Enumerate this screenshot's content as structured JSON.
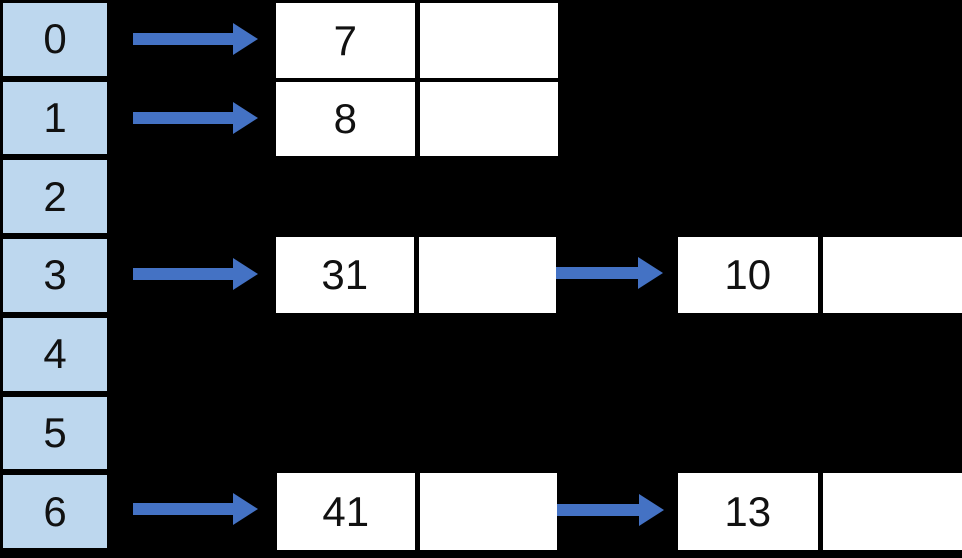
{
  "colors": {
    "background": "#000000",
    "bucket-fill": "#BDD7EE",
    "node-fill": "#FFFFFF",
    "arrow": "#4472C4",
    "text": "#111111"
  },
  "hash_table": {
    "buckets": [
      "0",
      "1",
      "2",
      "3",
      "4",
      "5",
      "6"
    ],
    "chains": [
      {
        "bucket": "0",
        "nodes": [
          {
            "value": "7",
            "next": ""
          }
        ]
      },
      {
        "bucket": "1",
        "nodes": [
          {
            "value": "8",
            "next": ""
          }
        ]
      },
      {
        "bucket": "3",
        "nodes": [
          {
            "value": "31",
            "next": ""
          },
          {
            "value": "10",
            "next": ""
          }
        ]
      },
      {
        "bucket": "6",
        "nodes": [
          {
            "value": "41",
            "next": ""
          },
          {
            "value": "13",
            "next": ""
          }
        ]
      }
    ]
  }
}
